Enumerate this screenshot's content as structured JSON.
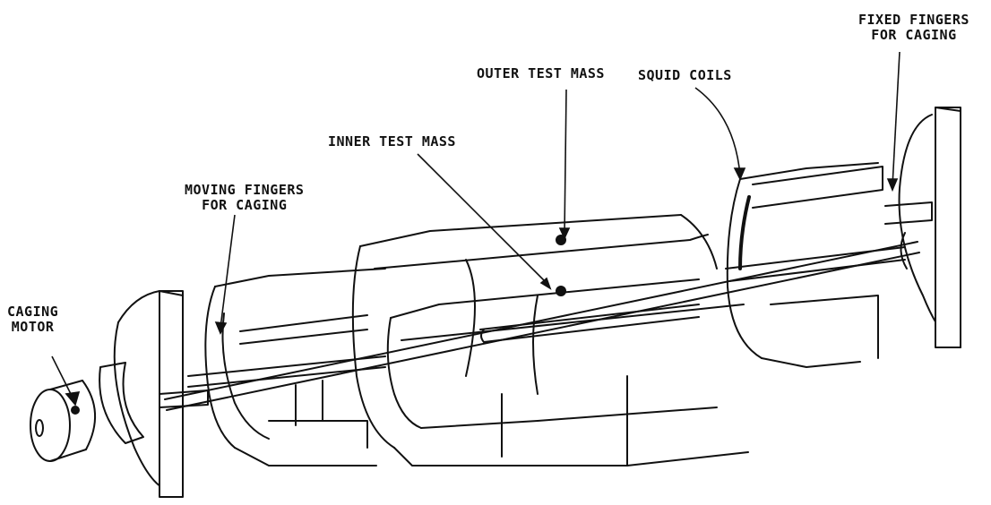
{
  "colors": {
    "ink": "#111111",
    "paper": "#ffffff"
  },
  "labels": {
    "caging_motor": [
      "CAGING",
      "MOTOR"
    ],
    "moving_fingers": [
      "MOVING FINGERS",
      "FOR CAGING"
    ],
    "inner_test_mass": "INNER TEST MASS",
    "outer_test_mass": "OUTER TEST MASS",
    "squid_coils": "SQUID COILS",
    "fixed_fingers": [
      "FIXED FINGERS",
      "FOR CAGING"
    ]
  }
}
